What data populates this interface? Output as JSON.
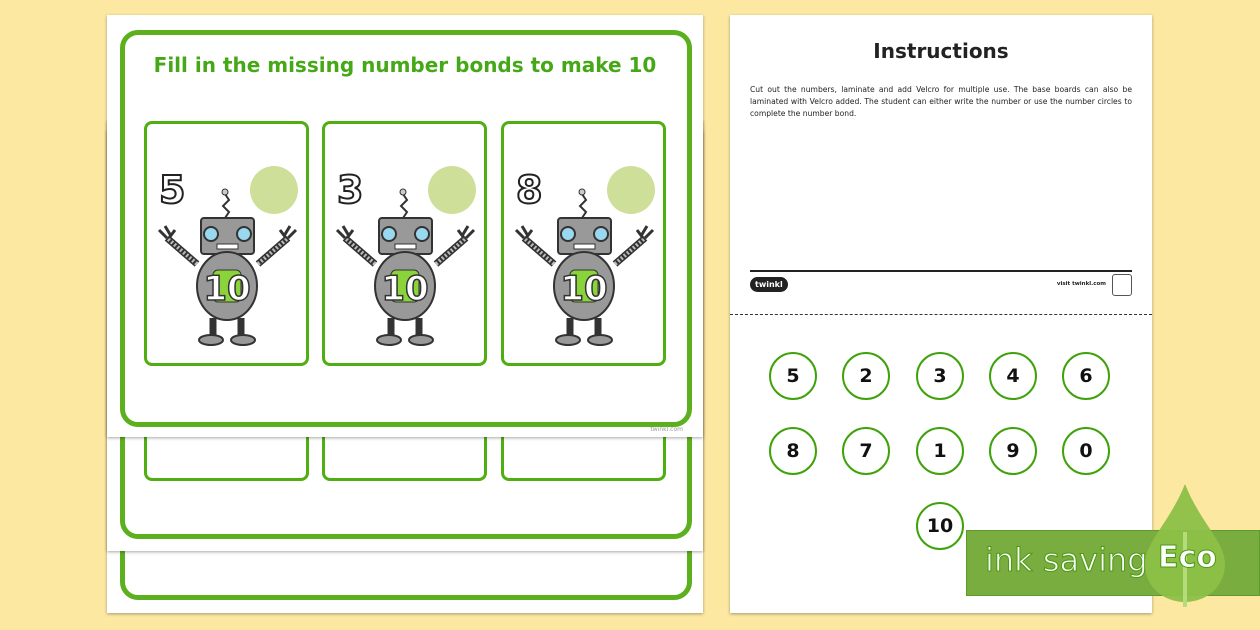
{
  "worksheet": {
    "title": "Fill in the missing number bonds to make 10",
    "cards": [
      {
        "given": "5",
        "total": "10"
      },
      {
        "given": "3",
        "total": "10"
      },
      {
        "given": "8",
        "total": "10"
      }
    ],
    "footer": "twinkl.com"
  },
  "instructions": {
    "title": "Instructions",
    "body": "Cut out the numbers, laminate and add Velcro for multiple use.  The base boards can also be laminated with Velcro added. The student can either write the number or use the number circles to complete the number bond.",
    "logo": "twinkl",
    "visit": "visit twinkl.com",
    "number_circles": [
      "5",
      "2",
      "3",
      "4",
      "6",
      "8",
      "7",
      "1",
      "9",
      "0",
      "10"
    ]
  },
  "eco_badge": {
    "text": "ink saving",
    "label": "Eco"
  },
  "colors": {
    "background": "#fde8a2",
    "green": "#5cb01e",
    "eco": "#7aad3f"
  }
}
